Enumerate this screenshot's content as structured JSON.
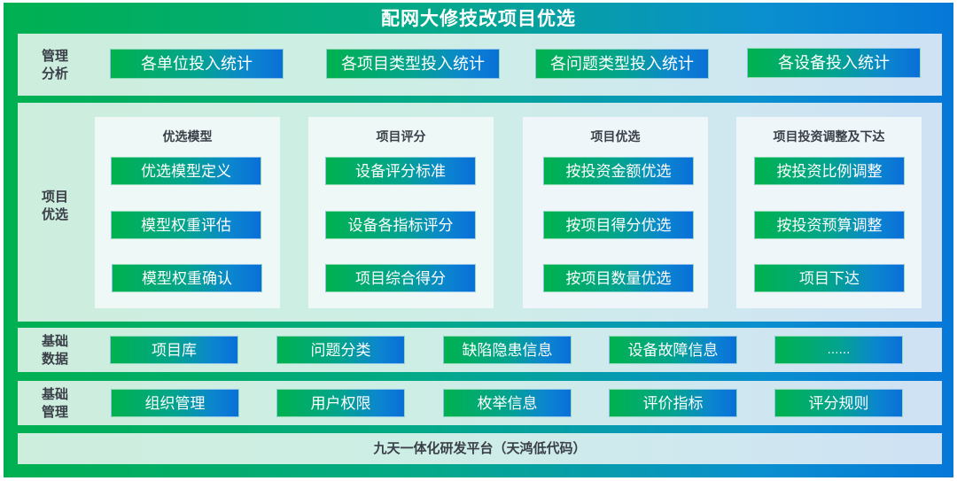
{
  "title": "配网大修技改项目优选",
  "colors": {
    "frame_left": "#00b050",
    "frame_right": "#0678d8",
    "panel_bg_left": "#cdeedd",
    "panel_bg_right": "#cfe1f4",
    "button_left": "#00b24e",
    "button_right": "#0a6fd8",
    "label_text": "#3a3f48"
  },
  "management_analysis": {
    "label_line1": "管理",
    "label_line2": "分析",
    "buttons": [
      "各单位投入统计",
      "各项目类型投入统计",
      "各问题类型投入统计",
      "各设备投入统计"
    ]
  },
  "project_selection": {
    "label_line1": "项目",
    "label_line2": "优选",
    "cards": [
      {
        "title": "优选模型",
        "items": [
          "优选模型定义",
          "模型权重评估",
          "模型权重确认"
        ]
      },
      {
        "title": "项目评分",
        "items": [
          "设备评分标准",
          "设备各指标评分",
          "项目综合得分"
        ]
      },
      {
        "title": "项目优选",
        "items": [
          "按投资金额优选",
          "按项目得分优选",
          "按项目数量优选"
        ]
      },
      {
        "title": "项目投资调整及下达",
        "items": [
          "按投资比例调整",
          "按投资预算调整",
          "项目下达"
        ]
      }
    ]
  },
  "basic_data": {
    "label_line1": "基础",
    "label_line2": "数据",
    "buttons": [
      "项目库",
      "问题分类",
      "缺陷隐患信息",
      "设备故障信息",
      "……"
    ]
  },
  "basic_management": {
    "label_line1": "基础",
    "label_line2": "管理",
    "buttons": [
      "组织管理",
      "用户权限",
      "枚举信息",
      "评价指标",
      "评分规则"
    ]
  },
  "platform": {
    "text": "九天一体化研发平台（天鸿低代码）"
  }
}
